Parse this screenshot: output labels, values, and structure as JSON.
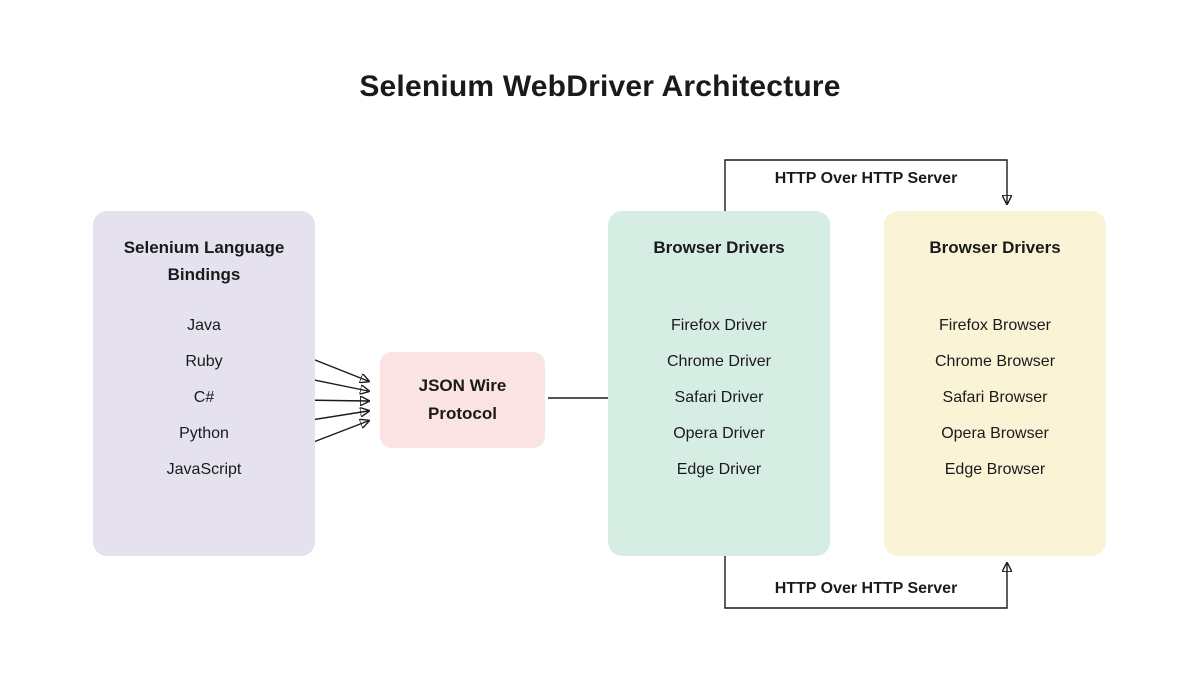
{
  "title": "Selenium WebDriver Architecture",
  "language_bindings": {
    "header": "Selenium Language Bindings",
    "items": [
      "Java",
      "Ruby",
      "C#",
      "Python",
      "JavaScript"
    ]
  },
  "protocol": {
    "line1": "JSON Wire",
    "line2": "Protocol"
  },
  "browser_drivers": {
    "header": "Browser Drivers",
    "items": [
      "Firefox Driver",
      "Chrome Driver",
      "Safari Driver",
      "Opera Driver",
      "Edge Driver"
    ]
  },
  "browsers": {
    "header": "Browser Drivers",
    "items": [
      "Firefox Browser",
      "Chrome Browser",
      "Safari Browser",
      "Opera Browser",
      "Edge Browser"
    ]
  },
  "connectors": {
    "top_label": "HTTP Over HTTP Server",
    "bottom_label": "HTTP Over HTTP Server"
  },
  "colors": {
    "language_bindings_box": "#e5e1ef",
    "protocol_box": "#fae3e2",
    "browser_drivers_box": "#d6ede3",
    "browsers_box": "#faf3d6",
    "line": "#1a1a1a",
    "background": "#ffffff"
  }
}
